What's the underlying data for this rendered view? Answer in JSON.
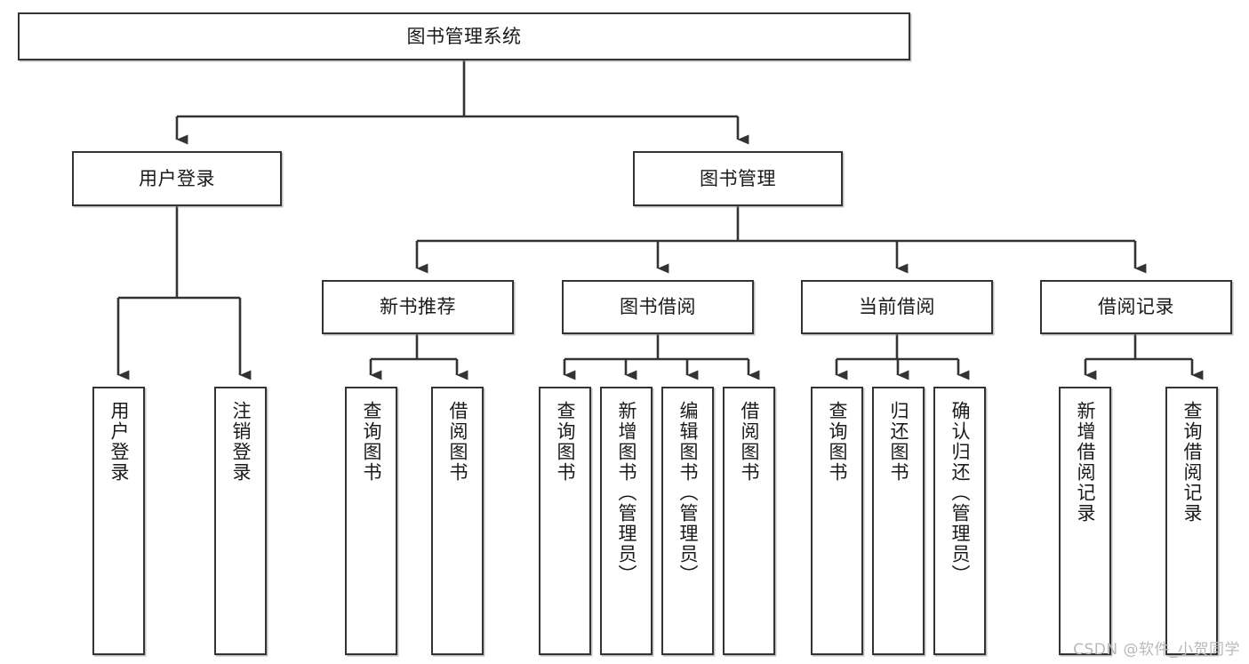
{
  "diagram": {
    "title": "图书管理系统",
    "type": "tree-functional-structure",
    "watermark": "CSDN @软件_小贺同学",
    "colors": {
      "node_border": "#333333",
      "node_fill": "#ffffff",
      "connector": "#333333",
      "text": "#1a1a1a",
      "watermark": "#b9b9b9",
      "background": "#ffffff"
    },
    "nodes": {
      "root": {
        "label": "图书管理系统",
        "level": 1,
        "orientation": "horizontal"
      },
      "user_login": {
        "label": "用户登录",
        "level": 2,
        "orientation": "horizontal"
      },
      "book_manage": {
        "label": "图书管理",
        "level": 2,
        "orientation": "horizontal"
      },
      "new_book_rec": {
        "label": "新书推荐",
        "level": 3,
        "orientation": "horizontal"
      },
      "book_borrow": {
        "label": "图书借阅",
        "level": 3,
        "orientation": "horizontal"
      },
      "current_borrow": {
        "label": "当前借阅",
        "level": 3,
        "orientation": "horizontal"
      },
      "borrow_record": {
        "label": "借阅记录",
        "level": 3,
        "orientation": "horizontal"
      },
      "leaf_user_login": {
        "label": "用户登录",
        "level": 4,
        "orientation": "vertical"
      },
      "leaf_logout": {
        "label": "注销登录",
        "level": 4,
        "orientation": "vertical"
      },
      "leaf_query_book_1": {
        "label": "查询图书",
        "level": 4,
        "orientation": "vertical"
      },
      "leaf_borrow_book_1": {
        "label": "借阅图书",
        "level": 4,
        "orientation": "vertical"
      },
      "leaf_query_book_2": {
        "label": "查询图书",
        "level": 4,
        "orientation": "vertical"
      },
      "leaf_add_book": {
        "label": "新增图书（管理员）",
        "level": 4,
        "orientation": "vertical"
      },
      "leaf_edit_book": {
        "label": "编辑图书（管理员）",
        "level": 4,
        "orientation": "vertical"
      },
      "leaf_borrow_book_2": {
        "label": "借阅图书",
        "level": 4,
        "orientation": "vertical"
      },
      "leaf_query_book_3": {
        "label": "查询图书",
        "level": 4,
        "orientation": "vertical"
      },
      "leaf_return_book": {
        "label": "归还图书",
        "level": 4,
        "orientation": "vertical"
      },
      "leaf_confirm_return": {
        "label": "确认归还（管理员）",
        "level": 4,
        "orientation": "vertical"
      },
      "leaf_add_record": {
        "label": "新增借阅记录",
        "level": 4,
        "orientation": "vertical"
      },
      "leaf_query_record": {
        "label": "查询借阅记录",
        "level": 4,
        "orientation": "vertical"
      }
    },
    "edges": [
      {
        "from": "root",
        "to": "user_login"
      },
      {
        "from": "root",
        "to": "book_manage"
      },
      {
        "from": "user_login",
        "to": "leaf_user_login"
      },
      {
        "from": "user_login",
        "to": "leaf_logout"
      },
      {
        "from": "book_manage",
        "to": "new_book_rec"
      },
      {
        "from": "book_manage",
        "to": "book_borrow"
      },
      {
        "from": "book_manage",
        "to": "current_borrow"
      },
      {
        "from": "book_manage",
        "to": "borrow_record"
      },
      {
        "from": "new_book_rec",
        "to": "leaf_query_book_1"
      },
      {
        "from": "new_book_rec",
        "to": "leaf_borrow_book_1"
      },
      {
        "from": "book_borrow",
        "to": "leaf_query_book_2"
      },
      {
        "from": "book_borrow",
        "to": "leaf_add_book"
      },
      {
        "from": "book_borrow",
        "to": "leaf_edit_book"
      },
      {
        "from": "book_borrow",
        "to": "leaf_borrow_book_2"
      },
      {
        "from": "current_borrow",
        "to": "leaf_query_book_3"
      },
      {
        "from": "current_borrow",
        "to": "leaf_return_book"
      },
      {
        "from": "current_borrow",
        "to": "leaf_confirm_return"
      },
      {
        "from": "borrow_record",
        "to": "leaf_add_record"
      },
      {
        "from": "borrow_record",
        "to": "leaf_query_record"
      }
    ]
  }
}
